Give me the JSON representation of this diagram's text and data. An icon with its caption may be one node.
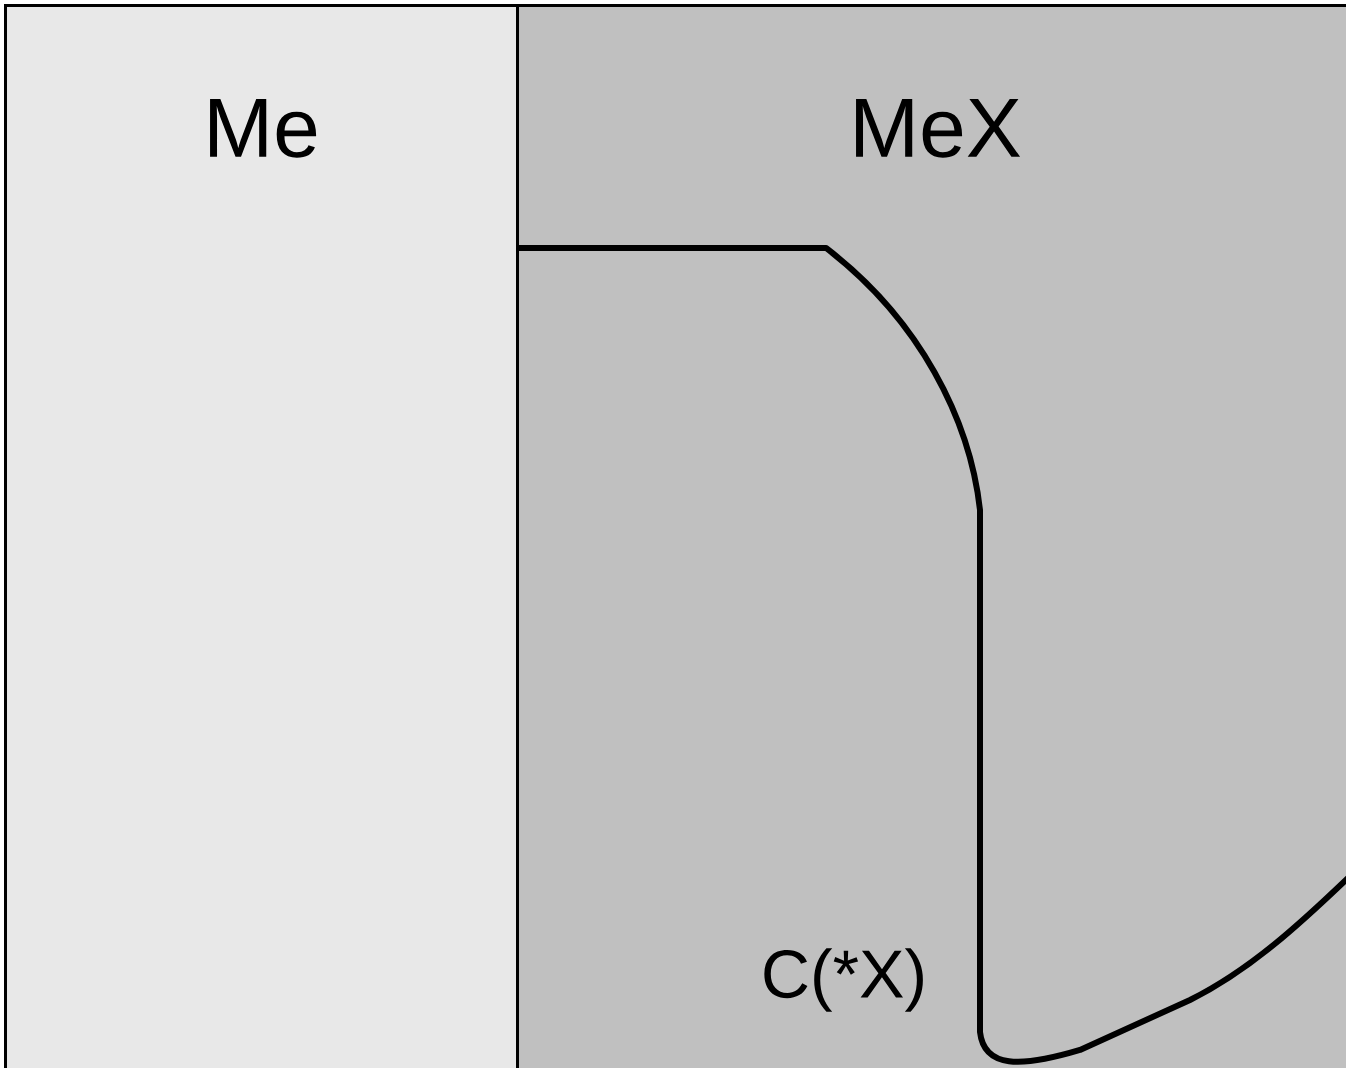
{
  "diagram": {
    "nodes": [
      {
        "text": [
          "Me"
        ]
      },
      {
        "text": [
          "MeX"
        ]
      }
    ],
    "labels": [
      "C(*X)"
    ]
  }
}
